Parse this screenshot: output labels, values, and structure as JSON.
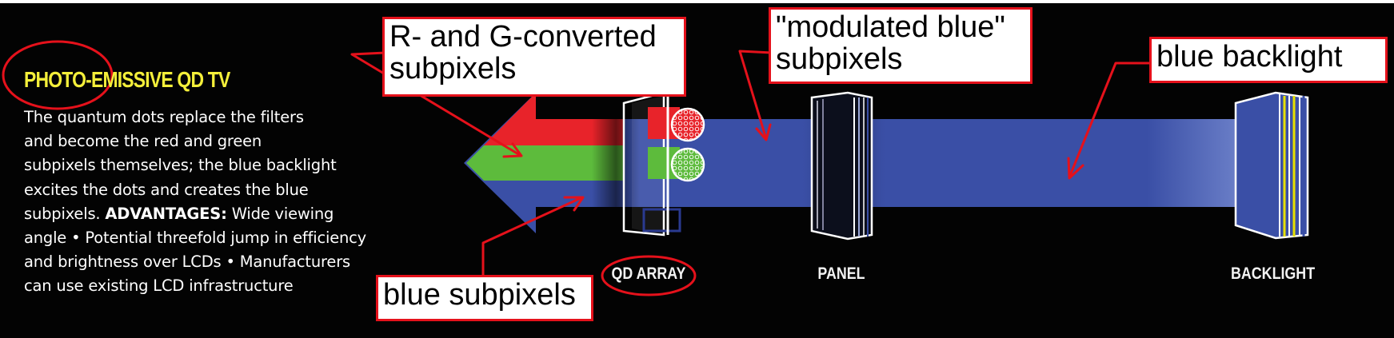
{
  "panel": {
    "title": "PHOTO-EMISSIVE QD TV",
    "description_lines": [
      "The quantum dots replace the filters",
      "and become the red and green",
      "subpixels themselves; the blue backlight",
      "excites the dots and creates the blue"
    ],
    "description_line5_prefix": "subpixels. ",
    "advantages_label": "ADVANTAGES:",
    "description_line5_suffix": " Wide viewing",
    "description_tail_lines": [
      "angle • Potential threefold jump in efficiency",
      "and brightness over LCDs • Manufacturers",
      "can use existing LCD infrastructure"
    ]
  },
  "parts": {
    "qd_array": "QD ARRAY",
    "panel": "PANEL",
    "backlight": "BACKLIGHT"
  },
  "callouts": {
    "rg_converted": [
      "R- and G-converted",
      "subpixels"
    ],
    "modulated_blue": [
      "\"modulated blue\"",
      "subpixels"
    ],
    "blue_backlight": [
      "blue backlight"
    ],
    "blue_subpixels": [
      "blue subpixels"
    ]
  },
  "colors": {
    "background": "#030303",
    "title": "#f4ef3a",
    "beam_blue": "#3a4fa6",
    "beam_red": "#e8232a",
    "beam_green": "#5dbb3c",
    "annotation_red": "#e5111b"
  }
}
